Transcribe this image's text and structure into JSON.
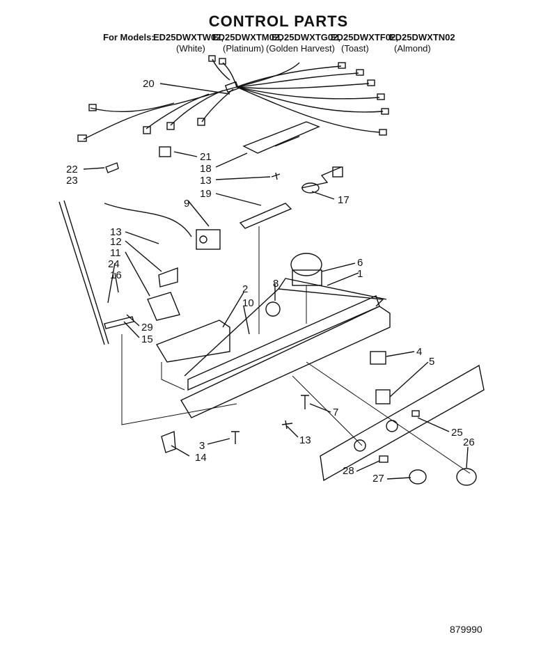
{
  "header": {
    "title": "CONTROL PARTS",
    "for_models_label": "For Models:",
    "models": [
      "ED25DWXTW02,",
      "ED25DWXTM02,",
      "ED25DWXTG02,",
      "ED25DWXTF02,",
      "ED25DWXTN02"
    ],
    "colors": [
      "(White)",
      "(Platinum)",
      "(Golden Harvest)",
      "(Toast)",
      "(Almond)"
    ]
  },
  "callouts": [
    "20",
    "21",
    "18",
    "13",
    "19",
    "17",
    "22",
    "23",
    "9",
    "13",
    "12",
    "11",
    "24",
    "16",
    "29",
    "15",
    "2",
    "10",
    "8",
    "6",
    "1",
    "4",
    "5",
    "7",
    "13",
    "25",
    "26",
    "3",
    "14",
    "28",
    "27"
  ],
  "footer": {
    "number": "879990"
  }
}
